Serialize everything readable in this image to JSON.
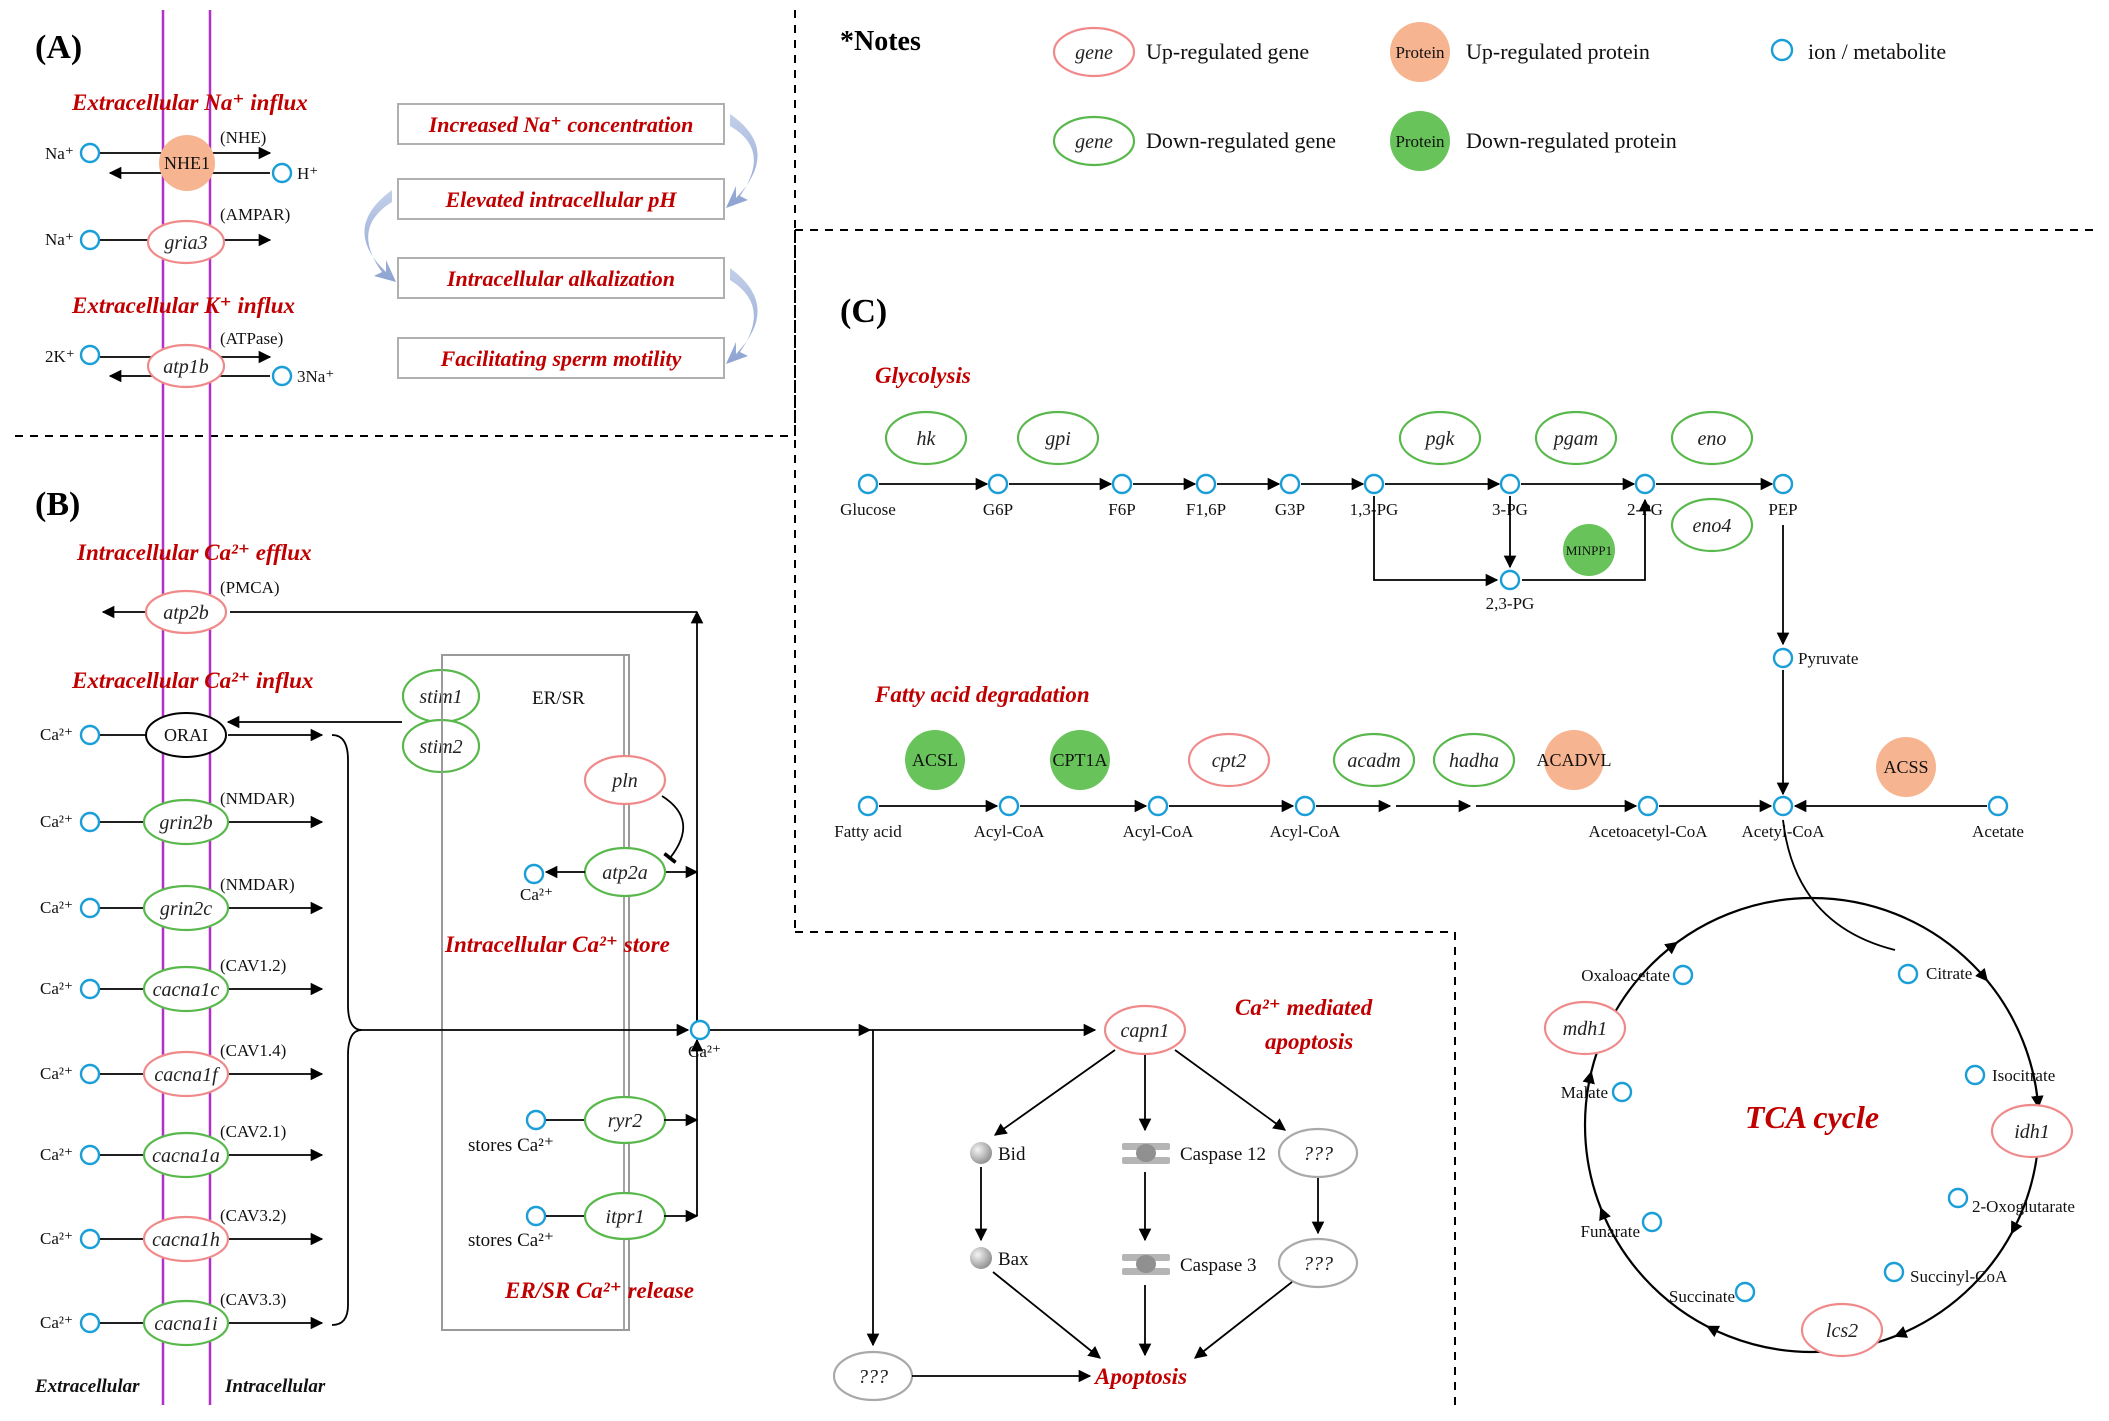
{
  "panels": {
    "a": "(A)",
    "b": "(B)",
    "c": "(C)"
  },
  "notes": {
    "title": "*Notes",
    "gene_word": "gene",
    "protein_word": "Protein",
    "up_gene": "Up-regulated gene",
    "down_gene": "Down-regulated gene",
    "up_protein": "Up-regulated protein",
    "down_protein": "Down-regulated protein",
    "ion": "ion / metabolite"
  },
  "panel_a": {
    "na_influx": "Extracellular Na⁺ influx",
    "k_influx": "Extracellular K⁺ influx",
    "na_in": "Na⁺",
    "h_out": "H⁺",
    "nhe1": "NHE1",
    "nhe": "(NHE)",
    "na_ampar": "Na⁺",
    "gria3": "gria3",
    "ampar": "(AMPAR)",
    "k2": "2K⁺",
    "na3": "3Na⁺",
    "atp1b": "atp1b",
    "atpase": "(ATPase)",
    "flow": [
      "Increased Na⁺ concentration",
      "Elevated intracellular pH",
      "Intracellular alkalization",
      "Facilitating sperm motility"
    ]
  },
  "panel_b": {
    "ca_efflux": "Intracellular Ca²⁺ efflux",
    "ca_influx": "Extracellular Ca²⁺ influx",
    "atp2b": "atp2b",
    "pmca": "(PMCA)",
    "orai": "ORAI",
    "stim1": "stim1",
    "stim2": "stim2",
    "er_sr": "ER/SR",
    "pln": "pln",
    "atp2a": "atp2a",
    "ca_store": "Intracellular Ca²⁺ store",
    "er_release": "ER/SR Ca²⁺ release",
    "ryr2": "ryr2",
    "itpr1": "itpr1",
    "stores_ca": "stores Ca²⁺",
    "ca": "Ca²⁺",
    "channels": [
      {
        "gene": "grin2b",
        "label": "(NMDAR)"
      },
      {
        "gene": "grin2c",
        "label": "(NMDAR)"
      },
      {
        "gene": "cacna1c",
        "label": "(CAV1.2)"
      },
      {
        "gene": "cacna1f",
        "label": "(CAV1.4)"
      },
      {
        "gene": "cacna1a",
        "label": "(CAV2.1)"
      },
      {
        "gene": "cacna1h",
        "label": "(CAV3.2)"
      },
      {
        "gene": "cacna1i",
        "label": "(CAV3.3)"
      }
    ],
    "extracellular": "Extracellular",
    "intracellular": "Intracellular",
    "apoptosis_title_1": "Ca²⁺ mediated",
    "apoptosis_title_2": "apoptosis",
    "capn1": "capn1",
    "bid": "Bid",
    "bax": "Bax",
    "caspase12": "Caspase 12",
    "caspase3": "Caspase 3",
    "unknown": "???",
    "apoptosis": "Apoptosis"
  },
  "panel_c": {
    "glycolysis": "Glycolysis",
    "fatty": "Fatty acid degradation",
    "glyco_nodes": [
      "Glucose",
      "G6P",
      "F6P",
      "F1,6P",
      "G3P",
      "1,3-PG",
      "3-PG",
      "2-PG",
      "PEP"
    ],
    "bpg": "2,3-PG",
    "pyruvate": "Pyruvate",
    "glyco_genes": {
      "hk": "hk",
      "gpi": "gpi",
      "pgk": "pgk",
      "pgam": "pgam",
      "eno": "eno",
      "eno4": "eno4"
    },
    "minpp1": "MINPP1",
    "fa_nodes": [
      "Fatty acid",
      "Acyl-CoA",
      "Acyl-CoA",
      "Acyl-CoA",
      "Acetoacetyl-CoA",
      "Acetyl-CoA",
      "Acetate"
    ],
    "fa_genes": {
      "acsl": "ACSL",
      "cpt1a": "CPT1A",
      "cpt2": "cpt2",
      "acadm": "acadm",
      "hadha": "hadha",
      "acadvl": "ACADVL",
      "acss": "ACSS"
    },
    "tca": "TCA cycle",
    "tca_nodes": {
      "citrate": "Citrate",
      "isocitrate": "Isocitrate",
      "oxoglutarate": "2-Oxoglutarate",
      "succinyl": "Succinyl-CoA",
      "succinate": "Succinate",
      "fumarate": "Funarate",
      "malate": "Malate",
      "oxaloacetate": "Oxaloacetate"
    },
    "tca_genes": {
      "mdh1": "mdh1",
      "idh1": "idh1",
      "lcs2": "lcs2"
    }
  }
}
